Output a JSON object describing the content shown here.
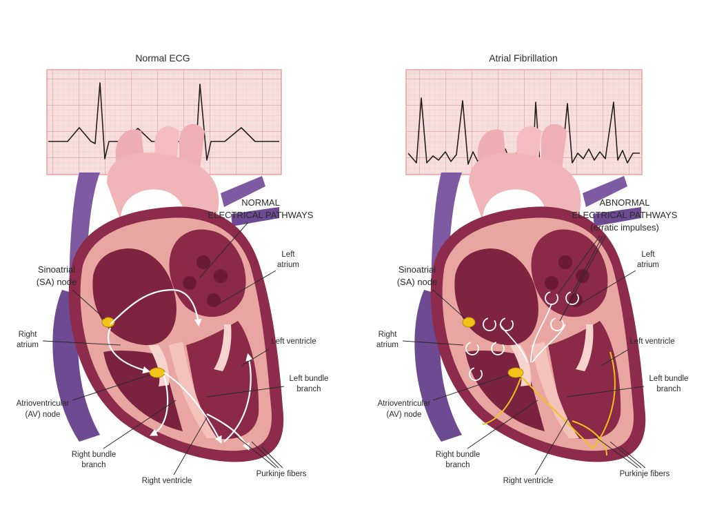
{
  "ecg_normal": {
    "title": "Normal ECG"
  },
  "ecg_afib": {
    "title": "Atrial Fibrillation"
  },
  "heart_normal": {
    "heading_line1": "NORMAL",
    "heading_line2": "ELECTRICAL PATHWAYS",
    "sa_node_1": "Sinoatrial",
    "sa_node_2": "(SA) node",
    "left_atrium_1": "Left",
    "left_atrium_2": "atrium",
    "right_atrium_1": "Right",
    "right_atrium_2": "atrium",
    "left_ventricle": "Left ventricle",
    "left_bundle_1": "Left bundle",
    "left_bundle_2": "branch",
    "av_node_1": "Atrioventricular",
    "av_node_2": "(AV) node",
    "right_bundle_1": "Right bundle",
    "right_bundle_2": "branch",
    "right_ventricle": "Right ventricle",
    "purkinje": "Purkinje fibers"
  },
  "heart_abnormal": {
    "heading_line1": "ABNORMAL",
    "heading_line2": "ELECTRICAL PATHWAYS",
    "heading_line3": "(erratic impulses)",
    "sa_node_1": "Sinoatrial",
    "sa_node_2": "(SA) node",
    "left_atrium_1": "Left",
    "left_atrium_2": "atrium",
    "right_atrium_1": "Right",
    "right_atrium_2": "atrium",
    "left_ventricle": "Left ventricle",
    "left_bundle_1": "Left bundle",
    "left_bundle_2": "branch",
    "av_node_1": "Atrioventricular",
    "av_node_2": "(AV) node",
    "right_bundle_1": "Right bundle",
    "right_bundle_2": "branch",
    "right_ventricle": "Right ventricle",
    "purkinje": "Purkinje fibers"
  },
  "colors": {
    "grid_bg": "#f7dede",
    "grid_line": "#eaa9ab",
    "heart_outer": "#8c2b4b",
    "heart_wall": "#e9a6a0",
    "chamber": "#8a2a48",
    "aorta": "#f0b5b9",
    "vein": "#7d5aa1",
    "node": "#f2c21b"
  }
}
